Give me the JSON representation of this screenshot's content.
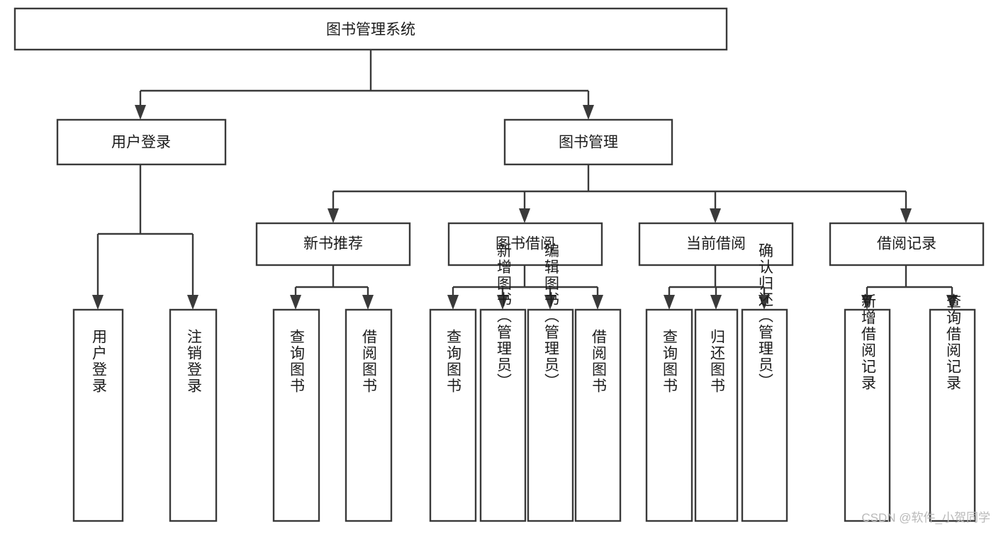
{
  "diagram": {
    "type": "tree-hierarchy-flowchart",
    "title": "图书管理系统",
    "root": {
      "id": "root",
      "label": "图书管理系统",
      "orientation": "horizontal"
    },
    "level2": [
      {
        "id": "user-login",
        "label": "用户登录",
        "orientation": "horizontal"
      },
      {
        "id": "book-management",
        "label": "图书管理",
        "orientation": "horizontal"
      }
    ],
    "level3": [
      {
        "id": "new-book-recommend",
        "label": "新书推荐",
        "parent": "book-management",
        "orientation": "horizontal"
      },
      {
        "id": "book-borrow",
        "label": "图书借阅",
        "parent": "book-management",
        "orientation": "horizontal"
      },
      {
        "id": "current-borrow",
        "label": "当前借阅",
        "parent": "book-management",
        "orientation": "horizontal"
      },
      {
        "id": "borrow-record",
        "label": "借阅记录",
        "parent": "book-management",
        "orientation": "horizontal"
      }
    ],
    "leaves": [
      {
        "id": "leaf-user-login",
        "label": "用户登录",
        "parent": "user-login",
        "orientation": "vertical"
      },
      {
        "id": "leaf-user-logout",
        "label": "注销登录",
        "parent": "user-login",
        "orientation": "vertical"
      },
      {
        "id": "leaf-query-book-1",
        "label": "查询图书",
        "parent": "new-book-recommend",
        "orientation": "vertical"
      },
      {
        "id": "leaf-borrow-book-1",
        "label": "借阅图书",
        "parent": "new-book-recommend",
        "orientation": "vertical"
      },
      {
        "id": "leaf-query-book-2",
        "label": "查询图书",
        "parent": "book-borrow",
        "orientation": "vertical"
      },
      {
        "id": "leaf-add-book",
        "label": "新增图书（管理员）",
        "parent": "book-borrow",
        "orientation": "vertical"
      },
      {
        "id": "leaf-edit-book",
        "label": "编辑图书（管理员）",
        "parent": "book-borrow",
        "orientation": "vertical"
      },
      {
        "id": "leaf-borrow-book-2",
        "label": "借阅图书",
        "parent": "book-borrow",
        "orientation": "vertical"
      },
      {
        "id": "leaf-query-book-3",
        "label": "查询图书",
        "parent": "current-borrow",
        "orientation": "vertical"
      },
      {
        "id": "leaf-return-book",
        "label": "归还图书",
        "parent": "current-borrow",
        "orientation": "vertical"
      },
      {
        "id": "leaf-confirm-return",
        "label": "确认归还（管理员）",
        "parent": "current-borrow",
        "orientation": "vertical"
      },
      {
        "id": "leaf-add-record",
        "label": "新增借阅记录",
        "parent": "borrow-record",
        "orientation": "vertical"
      },
      {
        "id": "leaf-query-record",
        "label": "查询借阅记录",
        "parent": "borrow-record",
        "orientation": "vertical"
      }
    ]
  },
  "watermark": {
    "text": "CSDN @软件_小贺同学"
  },
  "colors": {
    "box_stroke": "#3a3a3a",
    "box_fill": "#ffffff",
    "text": "#1b1b1b",
    "background": "#ffffff",
    "watermark": "#b9b9b9"
  }
}
